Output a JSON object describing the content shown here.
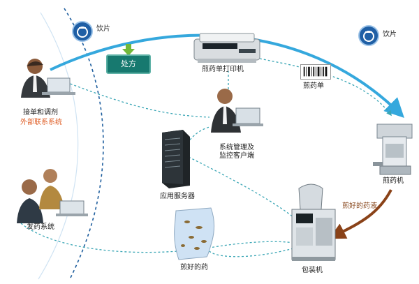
{
  "labels": {
    "herb_left": "饮片",
    "herb_right": "饮片",
    "prescription": "处方",
    "printer": "煎药单打印机",
    "decoction_sheet": "煎药单",
    "receive": "接单和调剂",
    "external": "外部联系系统",
    "monitor": "系统管理及\n监控客户端",
    "server": "应用服务器",
    "decoction_machine": "煎药机",
    "liquid": "煎好的药液",
    "dispense": "发药系统",
    "decocted_med": "煎好的药",
    "packager": "包装机"
  },
  "colors": {
    "flow_blue": "#35a8dd",
    "dashed_teal": "#3aa6b5",
    "brown_arrow": "#8a4218",
    "badge_blue": "#1f5fa5",
    "prescription_green": "#17796f",
    "subtitle_orange": "#e0612a"
  },
  "icons": {
    "badge": "scale-weight-icon",
    "arrow": "down-arrow-icon"
  }
}
